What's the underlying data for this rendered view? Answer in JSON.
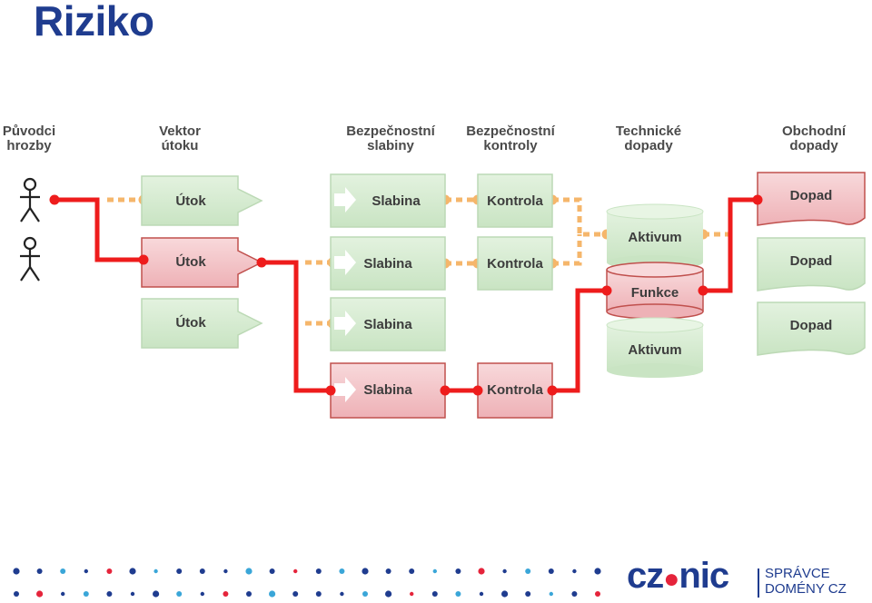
{
  "title": "Riziko",
  "headers": {
    "col1": [
      "Původci",
      "hrozby"
    ],
    "col2": [
      "Vektor",
      "útoku"
    ],
    "col3": [
      "Bezpečnostní",
      "slabiny"
    ],
    "col4": [
      "Bezpečnostní",
      "kontroly"
    ],
    "col5": [
      "Technické",
      "dopady"
    ],
    "col6": [
      "Obchodní",
      "dopady"
    ]
  },
  "attacks": [
    "Útok",
    "Útok",
    "Útok"
  ],
  "weaknesses": [
    "Slabina",
    "Slabina",
    "Slabina",
    "Slabina"
  ],
  "controls": [
    "Kontrola",
    "Kontrola",
    "Kontrola"
  ],
  "assets": [
    "Aktivum",
    "Funkce",
    "Aktivum"
  ],
  "impacts": [
    "Dopad",
    "Dopad",
    "Dopad"
  ],
  "logo": {
    "brand_left": "cz",
    "brand_right": "nic",
    "line1": "SPRÁVCE",
    "line2": "DOMÉNY CZ"
  },
  "colors": {
    "title": "#1f3c8f",
    "green_fill": "#d7ecd2",
    "red_fill": "#f2c9cc",
    "red_path": "#ee1c1c",
    "orange_path": "#f5b66b",
    "brand_blue": "#1f3c8f",
    "brand_red": "#e5243b"
  }
}
